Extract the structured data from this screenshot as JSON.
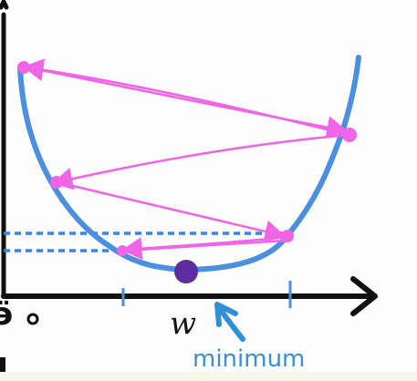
{
  "diagram": {
    "weight_label": "w",
    "minimum_label": "minimum",
    "corner_glyph": "ӭ",
    "cost_curve_color": "#4a8fe0",
    "step_path_color": "#f064e6",
    "minimum_point_color": "#5c2ca0",
    "axis_color": "#111111",
    "annotation_color": "#2f8fd8",
    "step_sequence": [
      "start-right-high",
      "left-high",
      "right-mid",
      "left-mid",
      "right-low",
      "left-low"
    ]
  }
}
